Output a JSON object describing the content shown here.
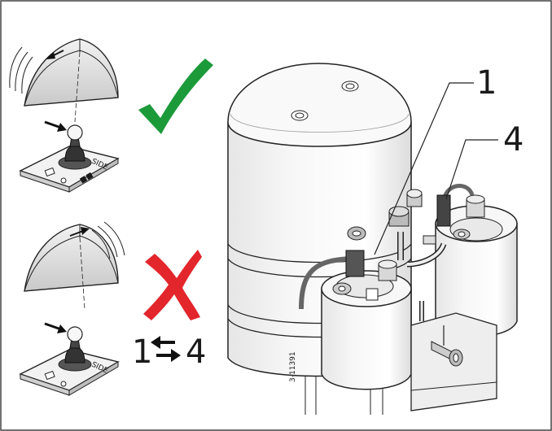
{
  "callouts": {
    "label_1": "1",
    "label_4": "4"
  },
  "swap_instruction": {
    "from": "1",
    "to": "4"
  },
  "figure_code": "3-11391",
  "indicators": {
    "correct": {
      "icon": "check-mark-icon",
      "color": "#1c9a3a"
    },
    "incorrect": {
      "icon": "cross-mark-icon",
      "color": "#e3262c"
    }
  }
}
